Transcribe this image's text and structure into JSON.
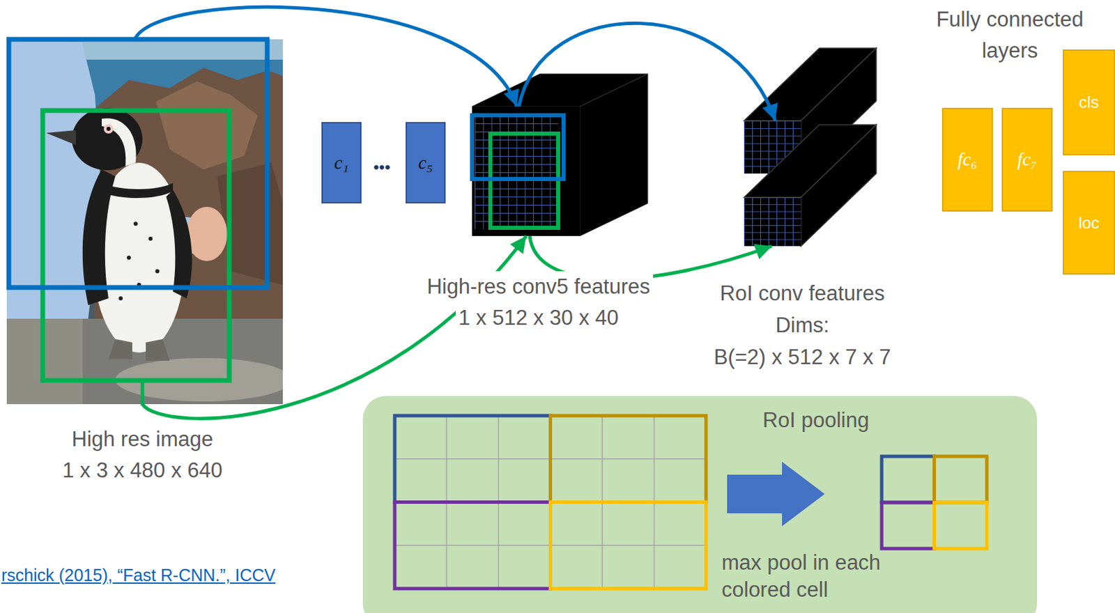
{
  "diagram": {
    "nodes": [
      {
        "text": [
          "High res image",
          "1 x 3 x 480 x 640"
        ]
      },
      {
        "text": [
          "c₁"
        ]
      },
      {
        "text": [
          "c₅"
        ]
      },
      {
        "text": [
          "High-res conv5 features",
          "1 x 512 x 30 x 40"
        ]
      },
      {
        "text": [
          "RoI conv features",
          "Dims:",
          "B(=2) x 512 x 7 x 7"
        ]
      },
      {
        "text": [
          "fc₆"
        ]
      },
      {
        "text": [
          "fc₇"
        ]
      },
      {
        "text": [
          "cls"
        ]
      },
      {
        "text": [
          "loc"
        ]
      },
      {
        "text": [
          "RoI pooling",
          "max pool in each colored cell"
        ]
      }
    ],
    "edges": [
      {
        "from": 0,
        "to": 3,
        "arrow": "to"
      },
      {
        "from": 0,
        "to": 3,
        "arrow": "to"
      },
      {
        "from": 3,
        "to": 4,
        "arrow": "to"
      },
      {
        "from": 3,
        "to": 4,
        "arrow": "to"
      }
    ],
    "labels": [
      "•••",
      "Fully connected layers",
      "rschick (2015), “Fast R-CNN.”, ICCV"
    ]
  }
}
